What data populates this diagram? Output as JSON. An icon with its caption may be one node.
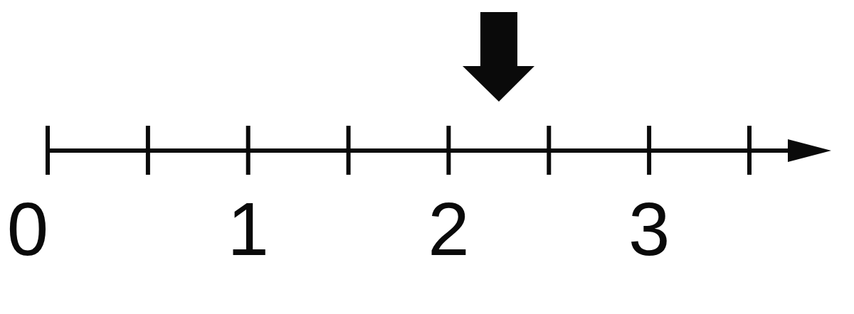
{
  "diagram": {
    "labels": [
      "0",
      "1",
      "2",
      "3"
    ]
  }
}
